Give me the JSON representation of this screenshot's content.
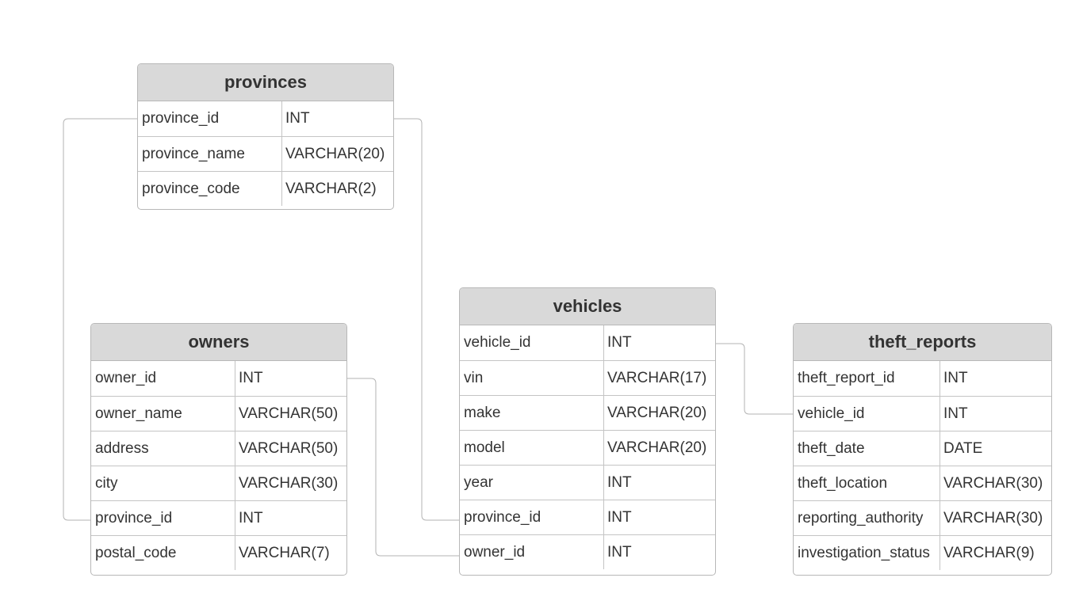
{
  "tables": [
    {
      "key": "provinces",
      "name": "provinces",
      "columns": [
        {
          "name": "province_id",
          "type": "INT"
        },
        {
          "name": "province_name",
          "type": "VARCHAR(20)"
        },
        {
          "name": "province_code",
          "type": "VARCHAR(2)"
        }
      ]
    },
    {
      "key": "owners",
      "name": "owners",
      "columns": [
        {
          "name": "owner_id",
          "type": "INT"
        },
        {
          "name": "owner_name",
          "type": "VARCHAR(50)"
        },
        {
          "name": "address",
          "type": "VARCHAR(50)"
        },
        {
          "name": "city",
          "type": "VARCHAR(30)"
        },
        {
          "name": "province_id",
          "type": "INT"
        },
        {
          "name": "postal_code",
          "type": "VARCHAR(7)"
        }
      ]
    },
    {
      "key": "vehicles",
      "name": "vehicles",
      "columns": [
        {
          "name": "vehicle_id",
          "type": "INT"
        },
        {
          "name": "vin",
          "type": "VARCHAR(17)"
        },
        {
          "name": "make",
          "type": "VARCHAR(20)"
        },
        {
          "name": "model",
          "type": "VARCHAR(20)"
        },
        {
          "name": "year",
          "type": "INT"
        },
        {
          "name": "province_id",
          "type": "INT"
        },
        {
          "name": "owner_id",
          "type": "INT"
        }
      ]
    },
    {
      "key": "theft_reports",
      "name": "theft_reports",
      "columns": [
        {
          "name": "theft_report_id",
          "type": "INT"
        },
        {
          "name": "vehicle_id",
          "type": "INT"
        },
        {
          "name": "theft_date",
          "type": "DATE"
        },
        {
          "name": "theft_location",
          "type": "VARCHAR(30)"
        },
        {
          "name": "reporting_authority",
          "type": "VARCHAR(30)"
        },
        {
          "name": "investigation_status",
          "type": "VARCHAR(9)"
        }
      ]
    }
  ],
  "relationships": [
    {
      "from": "provinces.province_id",
      "to": "owners.province_id"
    },
    {
      "from": "provinces.province_id",
      "to": "vehicles.province_id"
    },
    {
      "from": "owners.owner_id",
      "to": "vehicles.owner_id"
    },
    {
      "from": "vehicles.vehicle_id",
      "to": "theft_reports.vehicle_id"
    }
  ],
  "colors": {
    "header_background": "#d9d9d9",
    "border": "#b8b8b8",
    "connector": "#b3b3b3",
    "text": "#333333"
  }
}
